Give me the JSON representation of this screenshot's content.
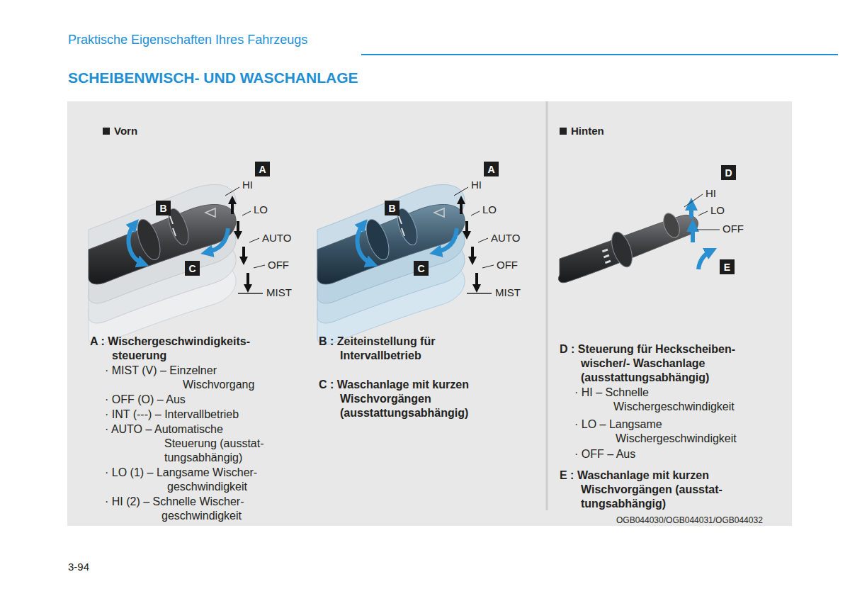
{
  "diagram": {
    "title": "SCHEIBENWISCH- UND WASCHANLAGE",
    "nodes": [
      {
        "text": [
          "A"
        ]
      },
      {
        "text": [
          "B"
        ]
      },
      {
        "text": [
          "C"
        ]
      },
      {
        "text": [
          "A"
        ]
      },
      {
        "text": [
          "B"
        ]
      },
      {
        "text": [
          "C"
        ]
      },
      {
        "text": [
          "D"
        ]
      },
      {
        "text": [
          "E"
        ]
      }
    ],
    "labels": [
      "Praktische Eigenschaften Ihres Fahrzeugs",
      "Vorn",
      "HI",
      "LO",
      "AUTO",
      "OFF",
      "MIST",
      "HI",
      "LO",
      "AUTO",
      "OFF",
      "MIST",
      "Hinten",
      "HI",
      "LO",
      "OFF",
      "A : Wischergeschwindigkeits- steuerung",
      "· MIST (V) – Einzelner Wischvorgang",
      "· OFF (O) – Aus",
      "· INT (---) – Intervallbetrieb",
      "· AUTO – Automatische Steuerung (ausstat- tungsabhängig)",
      "· LO (1) – Langsame Wischer- geschwindigkeit",
      "· HI (2) – Schnelle Wischer- geschwindigkeit",
      "B : Zeiteinstellung für Intervallbetrieb",
      "C : Waschanlage mit kurzen Wischvorgängen (ausstattungsabhängig)",
      "D : Steuerung für Heckscheiben- wischer/- Waschanlage (ausstattungsabhängig)",
      "· HI – Schnelle Wischergeschwindigkeit",
      "· LO – Langsame Wischergeschwindigkeit",
      "· OFF – Aus",
      "E : Waschanlage mit kurzen Wischvorgängen (ausstat- tungsabhängig)",
      "OGB044030/OGB044031/OGB044032",
      "3-94"
    ]
  }
}
